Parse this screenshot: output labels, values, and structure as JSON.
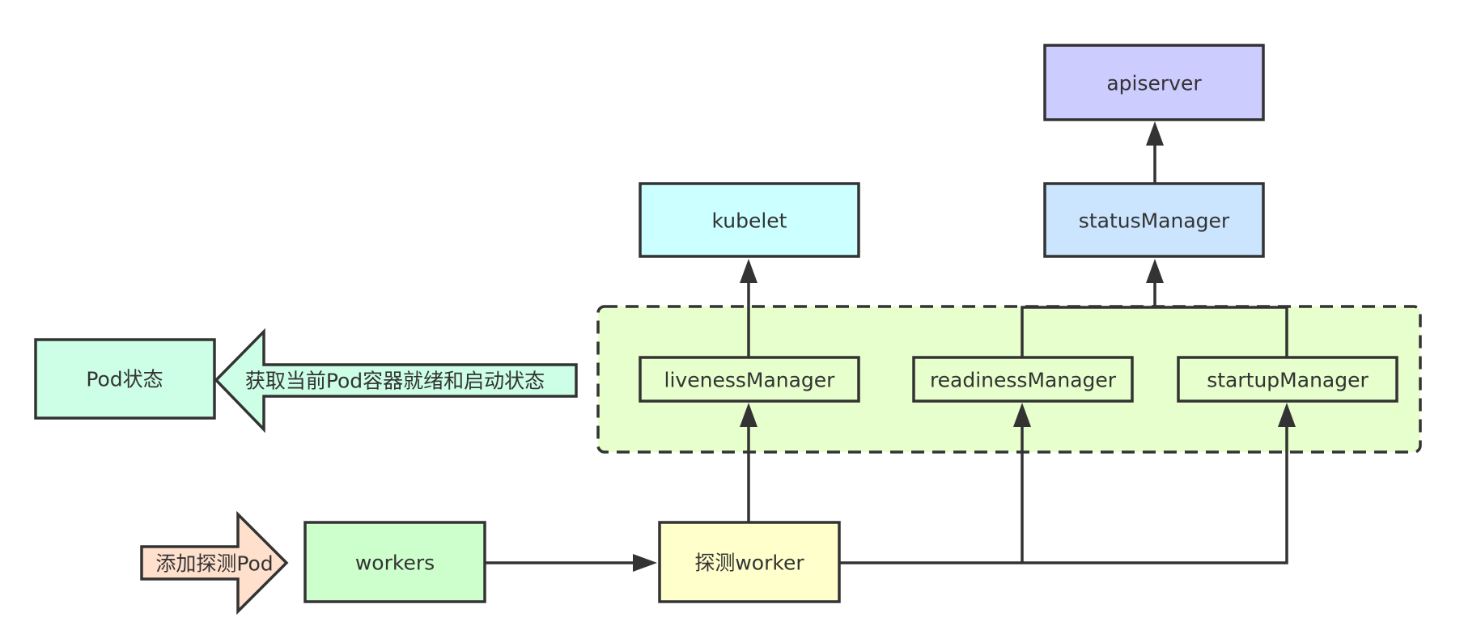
{
  "nodes": {
    "apiserver": {
      "label": "apiserver",
      "fill": "#ccccff"
    },
    "status_manager": {
      "label": "statusManager",
      "fill": "#cce5ff"
    },
    "kubelet": {
      "label": "kubelet",
      "fill": "#ccffff"
    },
    "liveness_manager": {
      "label": "livenessManager",
      "fill": "#e6ffcc"
    },
    "readiness_manager": {
      "label": "readinessManager",
      "fill": "#e6ffcc"
    },
    "startup_manager": {
      "label": "startupManager",
      "fill": "#e6ffcc"
    },
    "pod_status": {
      "label": "Pod状态",
      "fill": "#ccffe6"
    },
    "workers": {
      "label": "workers",
      "fill": "#ccffcc"
    },
    "probe_worker": {
      "label": "探测worker",
      "fill": "#ffffcc"
    }
  },
  "arrows": {
    "get_status": {
      "label": "获取当前Pod容器就绪和启动状态",
      "fill": "#ccffe6"
    },
    "add_probe": {
      "label": "添加探测Pod",
      "fill": "#ffe0cc"
    }
  },
  "manager_group": {
    "fill": "#e6ffcc"
  },
  "edges": [
    {
      "from": "statusManager",
      "to": "apiserver"
    },
    {
      "from": "livenessManager",
      "to": "kubelet"
    },
    {
      "from": "readinessManager",
      "to": "statusManager"
    },
    {
      "from": "startupManager",
      "to": "statusManager"
    },
    {
      "from": "workers",
      "to": "探测worker"
    },
    {
      "from": "探测worker",
      "to": "livenessManager"
    },
    {
      "from": "探测worker",
      "to": "readinessManager"
    },
    {
      "from": "探测worker",
      "to": "startupManager"
    }
  ]
}
